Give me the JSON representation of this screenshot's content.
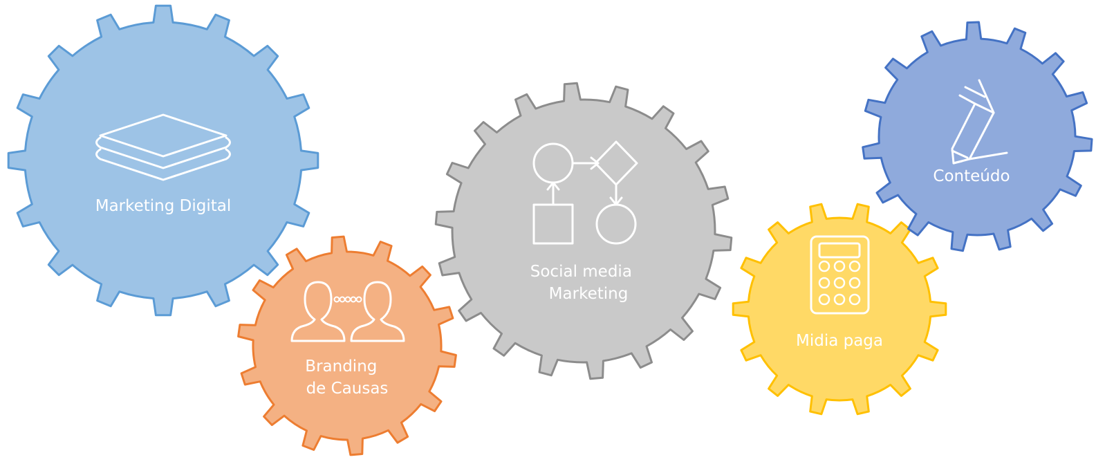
{
  "gears": [
    {
      "id": "marketing-digital",
      "label_lines": [
        "Marketing Digital"
      ],
      "icon": "layers-icon",
      "fill": "#9dc3e6",
      "stroke": "#5b9bd5"
    },
    {
      "id": "branding-de-causas",
      "label_lines": [
        "Branding",
        "de Causas"
      ],
      "icon": "people-connection-icon",
      "fill": "#f4b183",
      "stroke": "#ed7d31"
    },
    {
      "id": "social-media-marketing",
      "label_lines": [
        "Social media",
        "Marketing"
      ],
      "icon": "flowchart-icon",
      "fill": "#c9c9c9",
      "stroke": "#8c8c8c"
    },
    {
      "id": "midia-paga",
      "label_lines": [
        "Midia paga"
      ],
      "icon": "calculator-icon",
      "fill": "#ffd966",
      "stroke": "#ffc000"
    },
    {
      "id": "conteudo",
      "label_lines": [
        "Conteúdo"
      ],
      "icon": "pencil-icon",
      "fill": "#8faadc",
      "stroke": "#4472c4"
    }
  ]
}
